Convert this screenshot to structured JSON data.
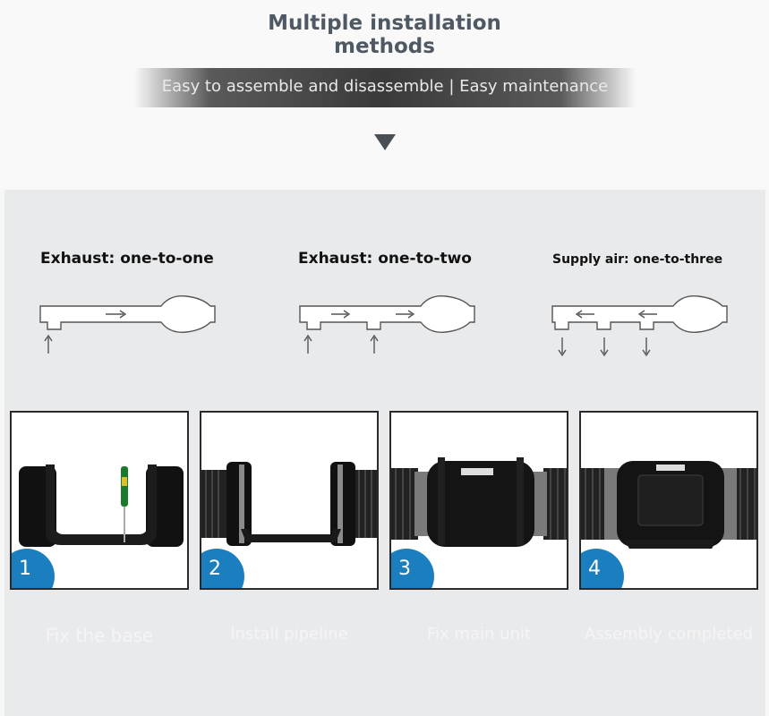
{
  "header": {
    "title_line1": "Multiple installation",
    "title_line2": "methods",
    "subtitle": "Easy to assemble and disassemble | Easy maintenance",
    "arrow_icon": "down-triangle-icon"
  },
  "methods": [
    {
      "label": "Exhaust: one-to-one"
    },
    {
      "label": "Exhaust: one-to-two"
    },
    {
      "label": "Supply air: one-to-three"
    }
  ],
  "steps": [
    {
      "number": "1",
      "label": "Fix the base"
    },
    {
      "number": "2",
      "label": "Install pipeline"
    },
    {
      "number": "3",
      "label": "Fix main unit"
    },
    {
      "number": "4",
      "label": "Assembly completed"
    }
  ],
  "colors": {
    "badge": "#1b7fbf",
    "title": "#4f5963"
  }
}
